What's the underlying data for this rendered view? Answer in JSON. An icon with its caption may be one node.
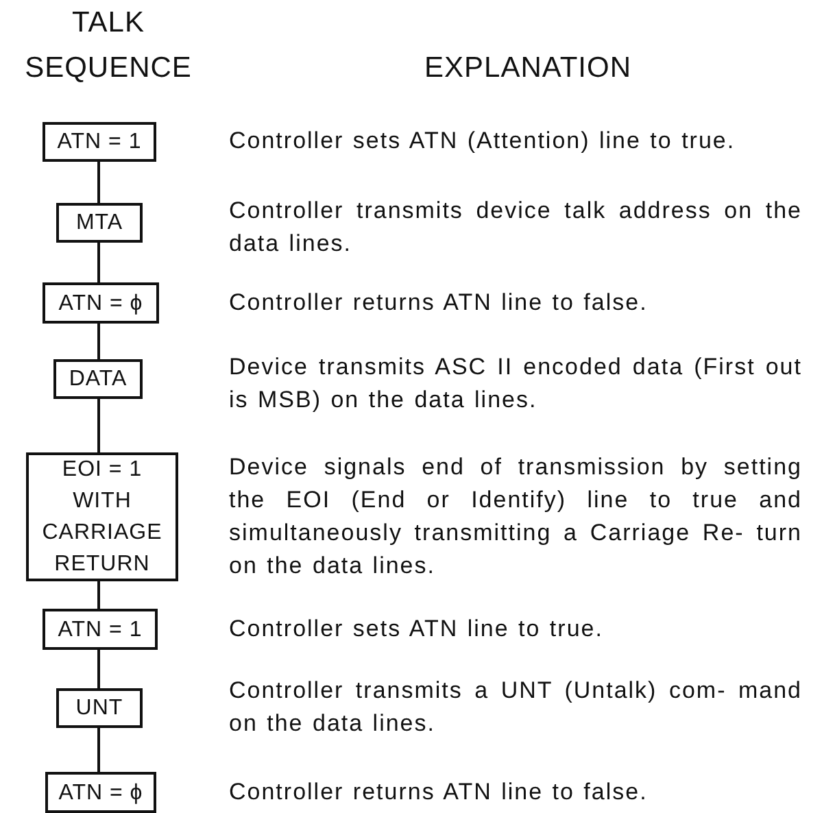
{
  "diagram": {
    "nodes": [
      {
        "text": [
          "ATN = 1"
        ],
        "beside": [
          "Controller sets ATN (Attention) line to true."
        ]
      },
      {
        "text": [
          "MTA"
        ],
        "beside": [
          "Controller transmits device talk address on the data lines."
        ]
      },
      {
        "text": [
          "ATN = ϕ"
        ],
        "beside": [
          "Controller returns ATN line to false."
        ]
      },
      {
        "text": [
          "DATA"
        ],
        "beside": [
          "Device transmits ASC II encoded data (First out is MSB) on the data lines."
        ]
      },
      {
        "text": [
          "EOI = 1 WITH CARRIAGE RETURN"
        ],
        "beside": [
          "Device signals end of transmission by setting the EOI (End or Identify) line to true and simultaneously transmitting a Carriage Re- turn on the data lines."
        ]
      },
      {
        "text": [
          "ATN = 1"
        ],
        "beside": [
          "Controller sets ATN line to true."
        ]
      },
      {
        "text": [
          "UNT"
        ],
        "beside": [
          "Controller transmits a UNT (Untalk) com- mand on the data lines."
        ]
      },
      {
        "text": [
          "ATN = ϕ"
        ],
        "beside": [
          "Controller returns ATN line to false."
        ]
      }
    ],
    "edges": [
      {
        "from": 0,
        "to": 1,
        "arrow": "none"
      },
      {
        "from": 1,
        "to": 2,
        "arrow": "none"
      },
      {
        "from": 2,
        "to": 3,
        "arrow": "none"
      },
      {
        "from": 3,
        "to": 4,
        "arrow": "none"
      },
      {
        "from": 4,
        "to": 5,
        "arrow": "none"
      },
      {
        "from": 5,
        "to": 6,
        "arrow": "none"
      },
      {
        "from": 6,
        "to": 7,
        "arrow": "none"
      }
    ],
    "labels": [
      "TALK SEQUENCE",
      "EXPLANATION"
    ]
  }
}
